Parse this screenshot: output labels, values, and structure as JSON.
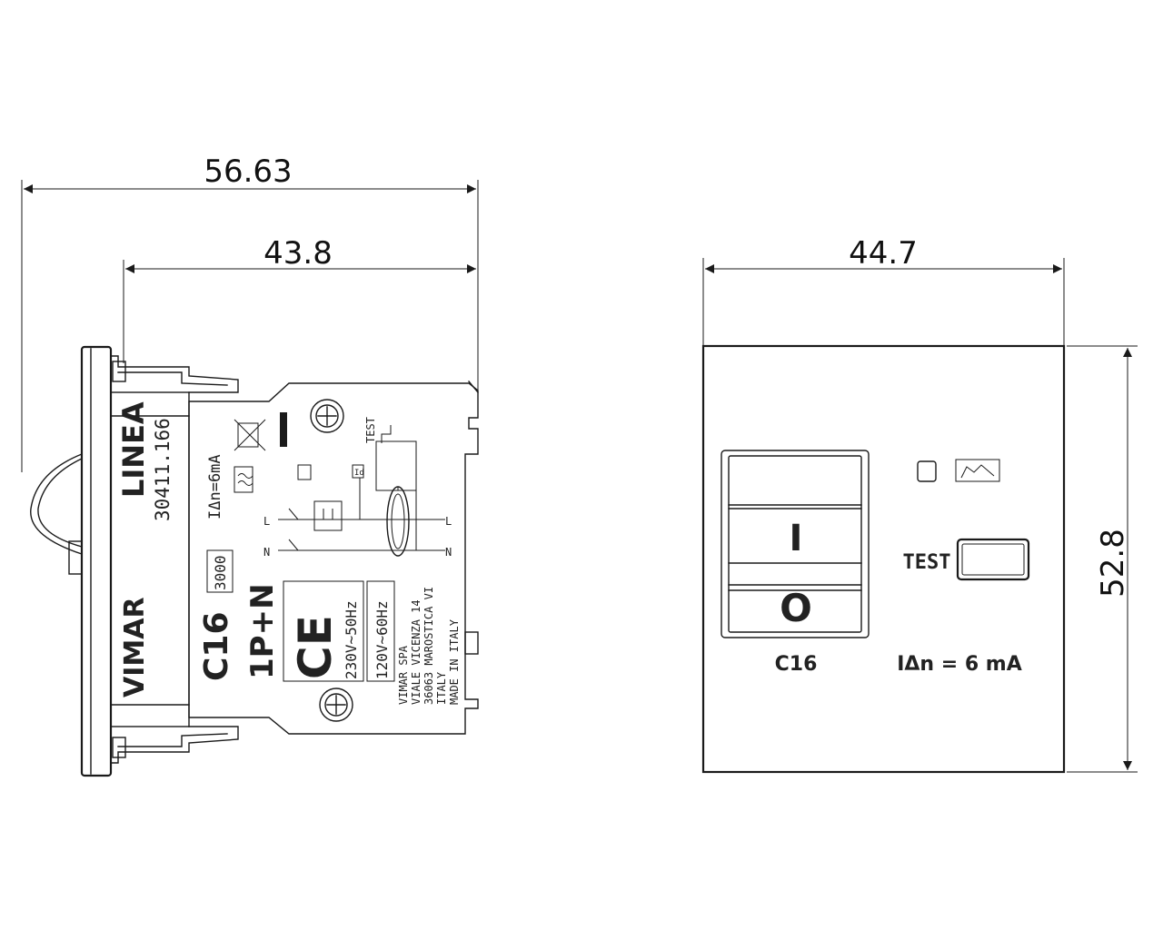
{
  "dimensions": {
    "total_depth": "56.63",
    "body_depth": "43.8",
    "front_width": "44.7",
    "front_height": "52.8"
  },
  "side_view": {
    "series": "LINEA",
    "code": "30411.166",
    "brand": "VIMAR",
    "rating": "C16",
    "poles": "1P+N",
    "leakage": "IΔn=6mA",
    "breaking": "3000",
    "ce": "CE",
    "voltage_1": "230V~50Hz",
    "voltage_2": "120V~60Hz",
    "maker_1": "VIMAR SPA",
    "maker_2": "VIALE VICENZA 14",
    "maker_3": "36063 MAROSTICA VI",
    "maker_4": "ITALY",
    "maker_5": "MADE IN ITALY",
    "test": "TEST",
    "id": "Id",
    "line_in": "L",
    "neutral_in": "N",
    "line_out": "L",
    "neutral_out": "N"
  },
  "front_view": {
    "on_symbol": "I",
    "off_symbol": "O",
    "test_label": "TEST",
    "rating": "C16",
    "leakage": "IΔn = 6 mA"
  },
  "icons": {
    "screw": "screw-icon",
    "indicator": "trip-indicator-icon",
    "weee": "crossed-bin-icon",
    "sine": "ac-wave-icon"
  }
}
